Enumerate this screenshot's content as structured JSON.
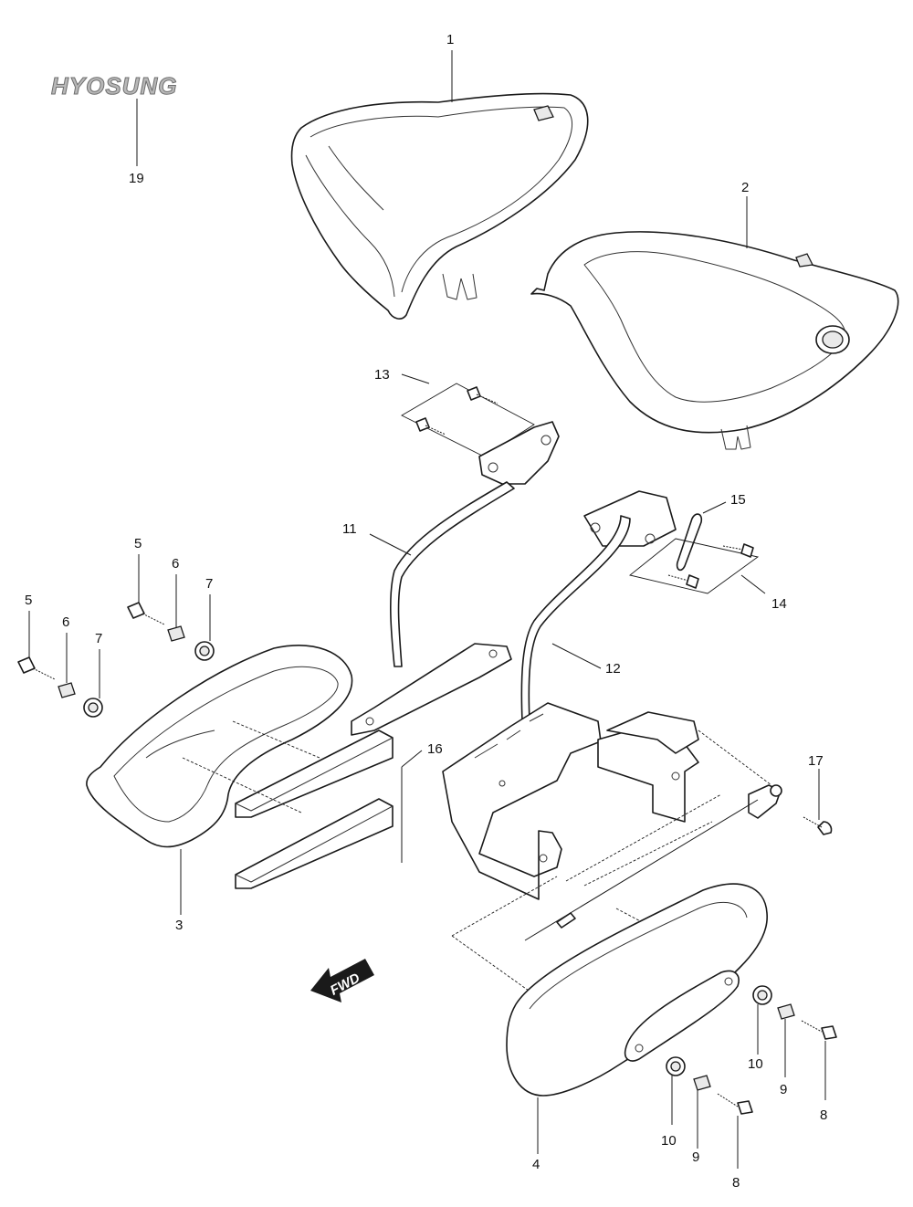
{
  "brand": {
    "logo_text": "HYOSUNG"
  },
  "direction": {
    "label": "FWD"
  },
  "callouts": {
    "c1": "1",
    "c2": "2",
    "c3": "3",
    "c4": "4",
    "c5a": "5",
    "c5b": "5",
    "c6a": "6",
    "c6b": "6",
    "c7a": "7",
    "c7b": "7",
    "c8a": "8",
    "c8b": "8",
    "c9a": "9",
    "c9b": "9",
    "c10a": "10",
    "c10b": "10",
    "c11": "11",
    "c12": "12",
    "c13": "13",
    "c14": "14",
    "c15": "15",
    "c16": "16",
    "c17": "17",
    "c19": "19"
  }
}
